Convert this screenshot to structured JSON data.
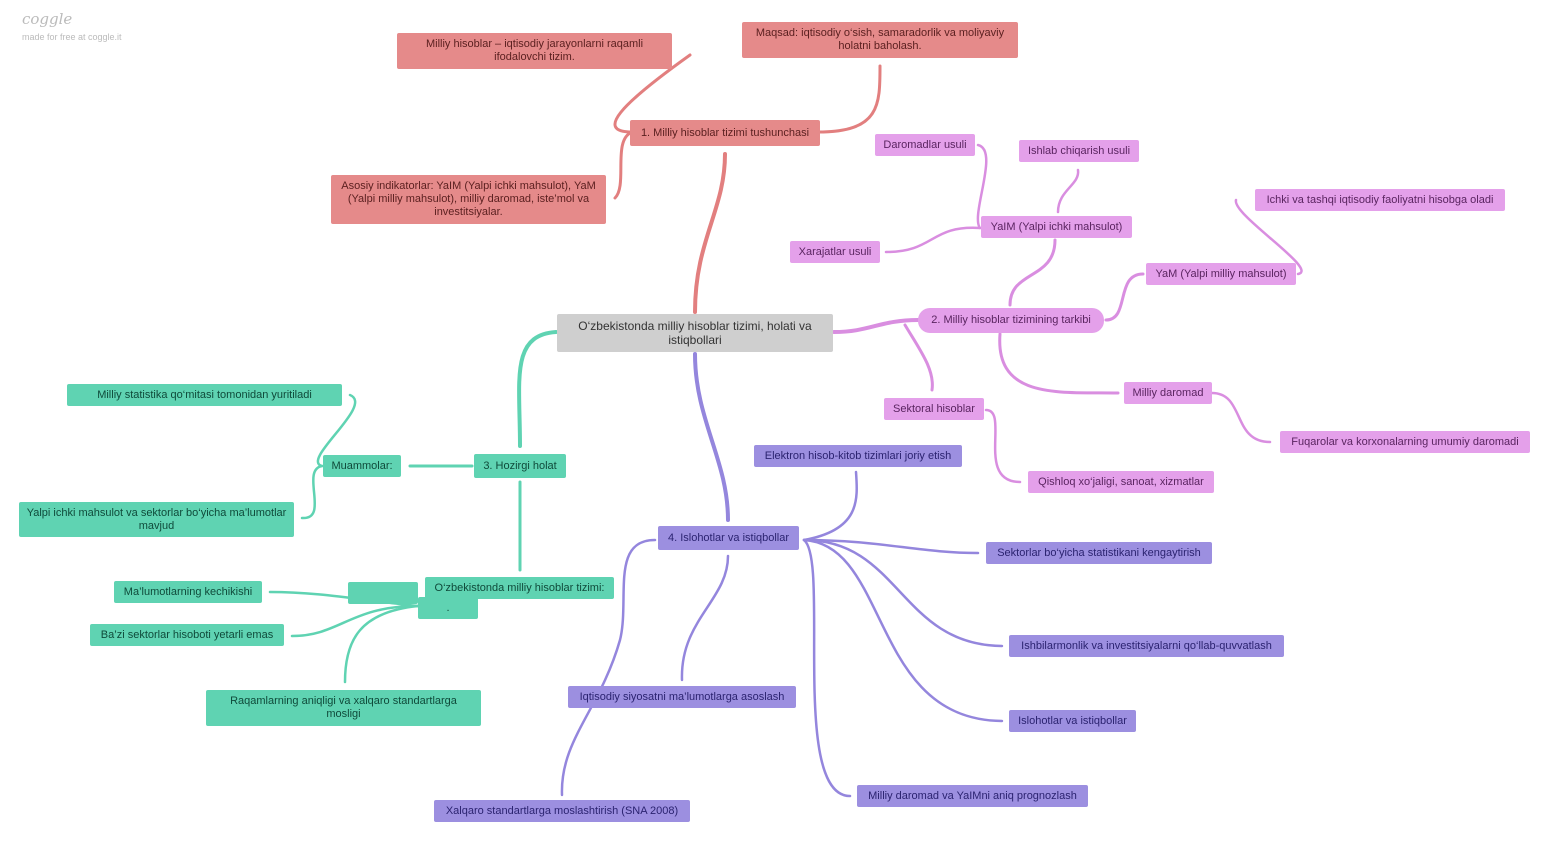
{
  "brand": {
    "logo": "coggle",
    "tagline": "made for free at coggle.it"
  },
  "colors": {
    "red": "#e27f7f",
    "pink": "#d98ee0",
    "teal": "#5fd3b2",
    "purple": "#9486dd",
    "center": "#cfcfcf"
  },
  "nodes": {
    "center": "O‘zbekistonda milliy hisoblar tizimi, holati va istiqbollari",
    "b1": "1. Milliy hisoblar tizimi tushunchasi",
    "b1_def": "Milliy hisoblar – iqtisodiy jarayonlarni raqamli ifodalovchi tizim.",
    "b1_goal": "Maqsad: iqtisodiy o‘sish, samaradorlik va moliyaviy holatni baholash.",
    "b1_ind": "Asosiy indikatorlar: YaIM (Yalpi ichki mahsulot), YaM (Yalpi milliy mahsulot), milliy daromad, iste’mol va investitsiyalar.",
    "b2": "2. Milliy hisoblar tizimining tarkibi",
    "yaim": "YaIM (Yalpi ichki mahsulot)",
    "dar": "Daromadlar usuli",
    "ishlab": "Ishlab chiqarish usuli",
    "xar": "Xarajatlar usuli",
    "yam": "YaM (Yalpi milliy mahsulot)",
    "ichki": "Ichki va tashqi iqtisodiy faoliyatni hisobga oladi",
    "md": "Milliy daromad",
    "fuq": "Fuqarolar va korxonalarning umumiy daromadi",
    "sek": "Sektoral hisoblar",
    "qish": "Qishloq xo‘jaligi, sanoat, xizmatlar",
    "b3": "3. Hozirgi holat",
    "muam": "Muammolar:",
    "mst": "Milliy statistika qo‘mitasi tomonidan yuritiladi",
    "yalpi": "Yalpi ichki mahsulot va sektorlar bo‘yicha ma’lumotlar mavjud",
    "uzb": "O‘zbekistonda milliy hisoblar tizimi:",
    "dot": ".",
    "kech": "Ma’lumotlarning kechikishi",
    "bazi": "Ba’zi sektorlar hisoboti yetarli emas",
    "raq": "Raqamlarning aniqligi va xalqaro standartlarga mosligi",
    "b4": "4. Islohotlar va istiqbollar",
    "elek": "Elektron hisob-kitob tizimlari joriy etish",
    "sekt": "Sektorlar bo‘yicha statistikani kengaytirish",
    "ishbil": "Ishbilarmonlik va investitsiyalarni qo‘llab-quvvatlash",
    "islo": "Islohotlar va istiqbollar",
    "mdp": "Milliy daromad va YaIMni aniq prognozlash",
    "xalq": "Xalqaro standartlarga moslashtirish (SNA 2008)",
    "iqt": "Iqtisodiy siyosatni ma’lumotlarga asoslash"
  }
}
